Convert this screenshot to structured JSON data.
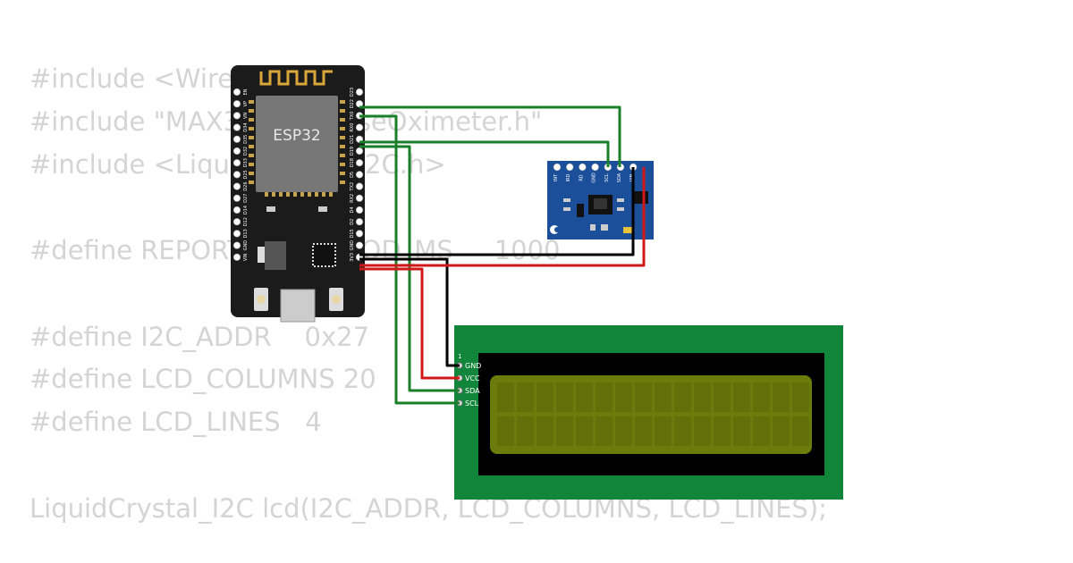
{
  "code_lines": [
    "#include <Wire.h>",
    "#include \"MAX30100_PulseOximeter.h\"",
    "#include <LiquidCrystal_I2C.h>",
    "",
    "#define REPORTING_PERIOD_MS     1000",
    "",
    "#define I2C_ADDR    0x27",
    "#define LCD_COLUMNS 20",
    "#define LCD_LINES   4",
    "",
    "LiquidCrystal_I2C lcd(I2C_ADDR, LCD_COLUMNS, LCD_LINES);"
  ],
  "esp32": {
    "label": "ESP32",
    "left_pins": [
      "EN",
      "VP",
      "VN",
      "D34",
      "D35",
      "D32",
      "D33",
      "D25",
      "D26",
      "D27",
      "D14",
      "D12",
      "D13",
      "GND",
      "VIN"
    ],
    "right_pins": [
      "D23",
      "D22",
      "TX0",
      "RX0",
      "D21",
      "D19",
      "D18",
      "D5",
      "TX2",
      "RX2",
      "D4",
      "D2",
      "D15",
      "GND",
      "3V3"
    ]
  },
  "sensor": {
    "pins": [
      "INT",
      "IRD",
      "RD",
      "GND",
      "SCL",
      "SDA",
      "VIN"
    ]
  },
  "lcd": {
    "pin_number": "1",
    "pins": [
      "GND",
      "VCC",
      "SDA",
      "SCL"
    ]
  },
  "colors": {
    "wire_green": "#1b7f2a",
    "wire_black": "#000000",
    "wire_red": "#d01818",
    "lcd_pcb": "#11853a",
    "lcd_screen": "#6b7b0c",
    "sensor_pcb": "#1c4f9a",
    "esp_board": "#1b1b1b"
  }
}
